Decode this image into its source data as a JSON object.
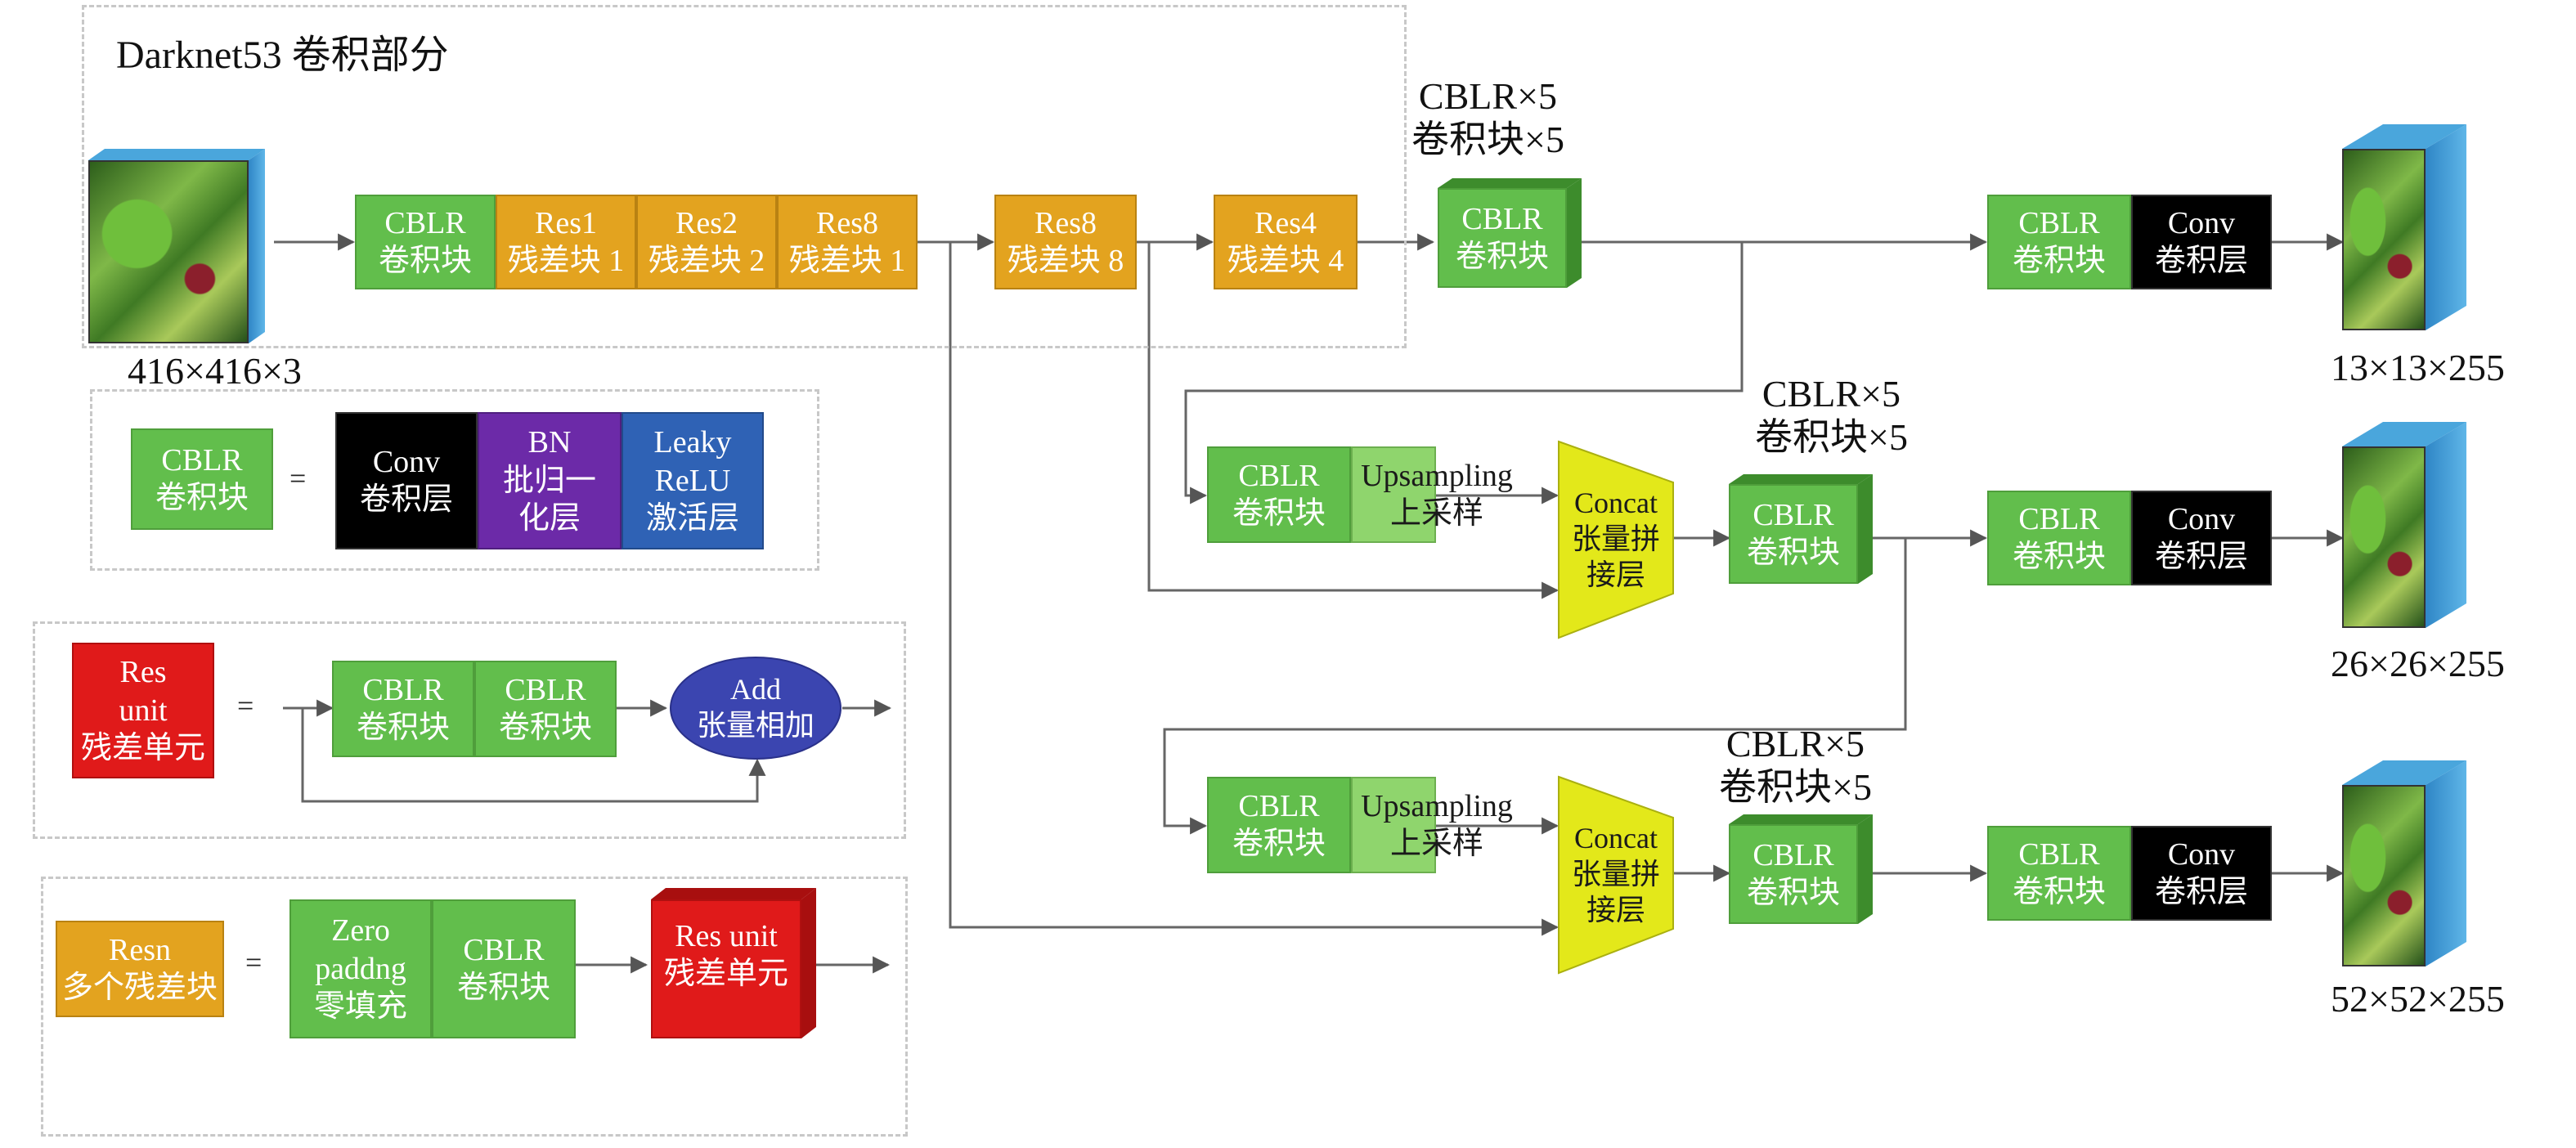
{
  "title": "Darknet53 卷积部分",
  "input_size": "416×416×3",
  "backbone": [
    {
      "line1": "CBLR",
      "line2": "卷积块"
    },
    {
      "line1": "Res1",
      "line2": "残差块 1"
    },
    {
      "line1": "Res2",
      "line2": "残差块 2"
    },
    {
      "line1": "Res8",
      "line2": "残差块 1"
    },
    {
      "line1": "Res8",
      "line2": "残差块 8"
    },
    {
      "line1": "Res4",
      "line2": "残差块 4"
    }
  ],
  "cblr_x5": {
    "line1": "CBLR×5",
    "line2": "卷积块×5"
  },
  "cblr": {
    "line1": "CBLR",
    "line2": "卷积块"
  },
  "conv": {
    "line1": "Conv",
    "line2": "卷积层"
  },
  "upsampling": {
    "line1": "Upsampling",
    "line2": "上采样"
  },
  "concat": {
    "line1": "Concat",
    "line2": "张量拼",
    "line3": "接层"
  },
  "outputs": [
    "13×13×255",
    "26×26×255",
    "52×52×255"
  ],
  "legend_cblr": {
    "eq": "=",
    "bn": {
      "line1": "BN",
      "line2": "批归一",
      "line3": "化层"
    },
    "leaky": {
      "line1": "Leaky",
      "line2": "ReLU",
      "line3": "激活层"
    }
  },
  "legend_res": {
    "res": {
      "line1": "Res",
      "line2": "unit",
      "line3": "残差单元"
    },
    "add": {
      "line1": "Add",
      "line2": "张量相加"
    }
  },
  "legend_resn": {
    "resn": {
      "line1": "Resn",
      "line2": "多个残差块"
    },
    "zero": {
      "line1": "Zero",
      "line2": "paddng",
      "line3": "零填充"
    },
    "resunit": {
      "line1": "Res unit",
      "line2": "残差单元"
    }
  },
  "colors": {
    "cblr": "#62be4c",
    "upsampling": "#8fd56d",
    "res": "#e3a31f",
    "conv": "#000000",
    "bn": "#6c2aa8",
    "leaky": "#2f62b5",
    "res_unit": "#e01a1a",
    "concat": "#e3e81a",
    "add": "#3b45b0",
    "cube_side": "#3d9ad6"
  }
}
